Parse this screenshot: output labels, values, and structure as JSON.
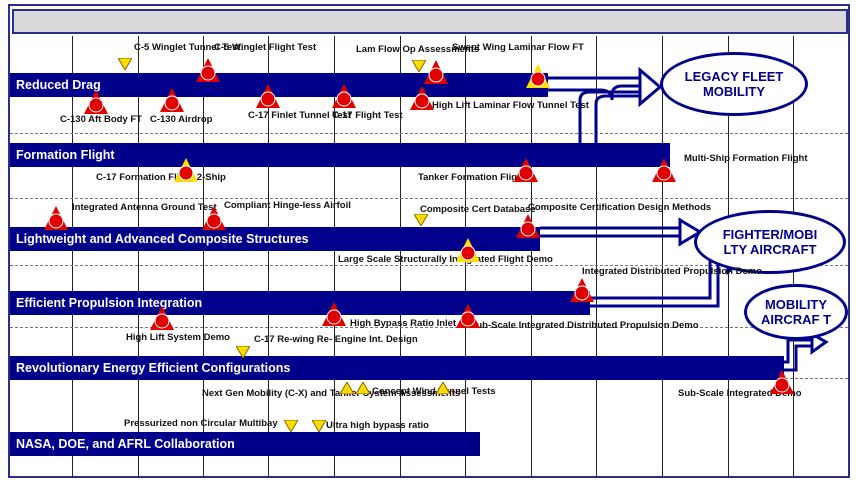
{
  "header": {
    "text": ""
  },
  "bars": [
    {
      "id": "reduced-drag",
      "label": "Reduced Drag"
    },
    {
      "id": "formation-flight",
      "label": "Formation Flight"
    },
    {
      "id": "lightweight",
      "label": "Lightweight and Advanced Composite Structures"
    },
    {
      "id": "propulsion",
      "label": "Efficient Propulsion Integration"
    },
    {
      "id": "revolutionary",
      "label": "Revolutionary Energy Efficient Configurations"
    },
    {
      "id": "collaboration",
      "label": "NASA, DOE, and AFRL Collaboration"
    }
  ],
  "outcomes": {
    "legacy": "LEGACY FLEET MOBILITY",
    "fighter": "FIGHTER/MOBI LTY AIRCRAFT",
    "mobility": "MOBILITY AIRCRAF T"
  },
  "milestones": {
    "c5_winglet_tunnel": "C-5 Winglet Tunnel Test",
    "c5_winglet_flight": "C-5 Winglet Flight Test",
    "lam_flow_op": "Lam Flow Op Assessments",
    "swept_wing_laminar": "Swept Wing Laminar Flow FT",
    "c130_aft_body": "C-130 Aft Body FT",
    "c130_airdrop": "C-130 Airdrop",
    "c17_finlet": "C-17 Finlet Tunnel Test",
    "c17_flight": "C-17 Flight Test",
    "high_lift_laminar": "High Lift Laminar Flow Tunnel Test",
    "multi_ship": "Multi-Ship Formation Flight",
    "c17_formation": "C-17 Formation Flight 2-Ship",
    "tanker_formation": "Tanker Formation Flight",
    "integrated_antenna": "Integrated Antenna Ground Test",
    "compliant_hinge": "Compliant Hinge-less Airfoil",
    "composite_cert_db": "Composite Cert Database",
    "composite_cert_design": "Composite Certification Design Methods",
    "large_scale": "Large Scale Structurally Integrated Flight Demo",
    "integrated_distributed": "Integrated Distributed Propulsion Demo",
    "high_lift_system": "High Lift System Demo",
    "c17_rewing": "C-17 Re-wing Re- Engine Int. Design",
    "high_bypass": "High Bypass Ratio Inlet",
    "subscale_distributed": "Sub-Scale Integrated Distributed Propulsion Demo",
    "subscale_demo": "Sub-Scale Integrated Demo",
    "next_gen_mobility": "Next Gen Mobility (C-X) and Tanker System Assessments",
    "concept_wind": "Concept Wind Tunnel Tests",
    "pressurized": "Pressurized non Circular Multibay",
    "ultra_high_bypass": "Ultra high bypass ratio"
  },
  "colors": {
    "bar": "#00008b",
    "milestone_red": "#e00000",
    "milestone_yellow": "#ffdd00",
    "header_gray": "#d9d9d9"
  }
}
